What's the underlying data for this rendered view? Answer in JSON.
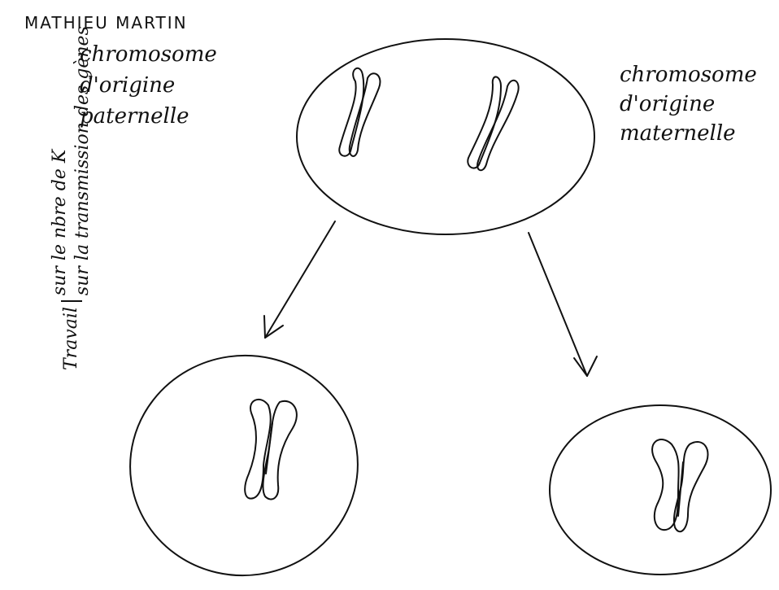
{
  "author": "MATHIEU MARTIN",
  "labels": {
    "paternal": [
      "chromosome",
      "d'origine",
      "paternelle"
    ],
    "maternal": [
      "chromosome",
      "d'origine",
      "maternelle"
    ]
  },
  "side_note": {
    "lead": "Travail",
    "lines": [
      "sur le nbre de K",
      "sur la transmission des gènes"
    ]
  }
}
